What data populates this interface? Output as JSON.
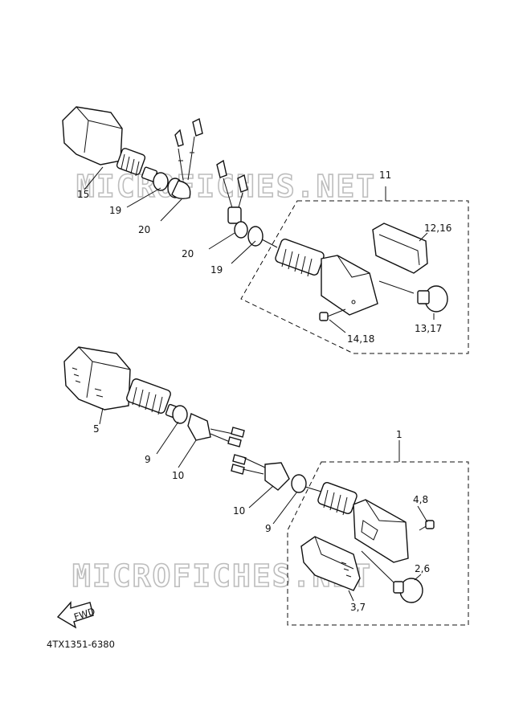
{
  "watermark": {
    "text": "MICROFICHES.NET"
  },
  "diagram_code": "4TX1351-6380",
  "fwd_label": "FWD",
  "callouts": {
    "c15": "15",
    "c19a": "19",
    "c20a": "20",
    "c11": "11",
    "c12_16": "12,16",
    "c20b": "20",
    "c19b": "19",
    "c13_17": "13,17",
    "c14_18": "14,18",
    "c5": "5",
    "c9a": "9",
    "c10a": "10",
    "c1": "1",
    "c4_8": "4,8",
    "c10b": "10",
    "c9b": "9",
    "c2_6": "2,6",
    "c3_7": "3,7"
  }
}
